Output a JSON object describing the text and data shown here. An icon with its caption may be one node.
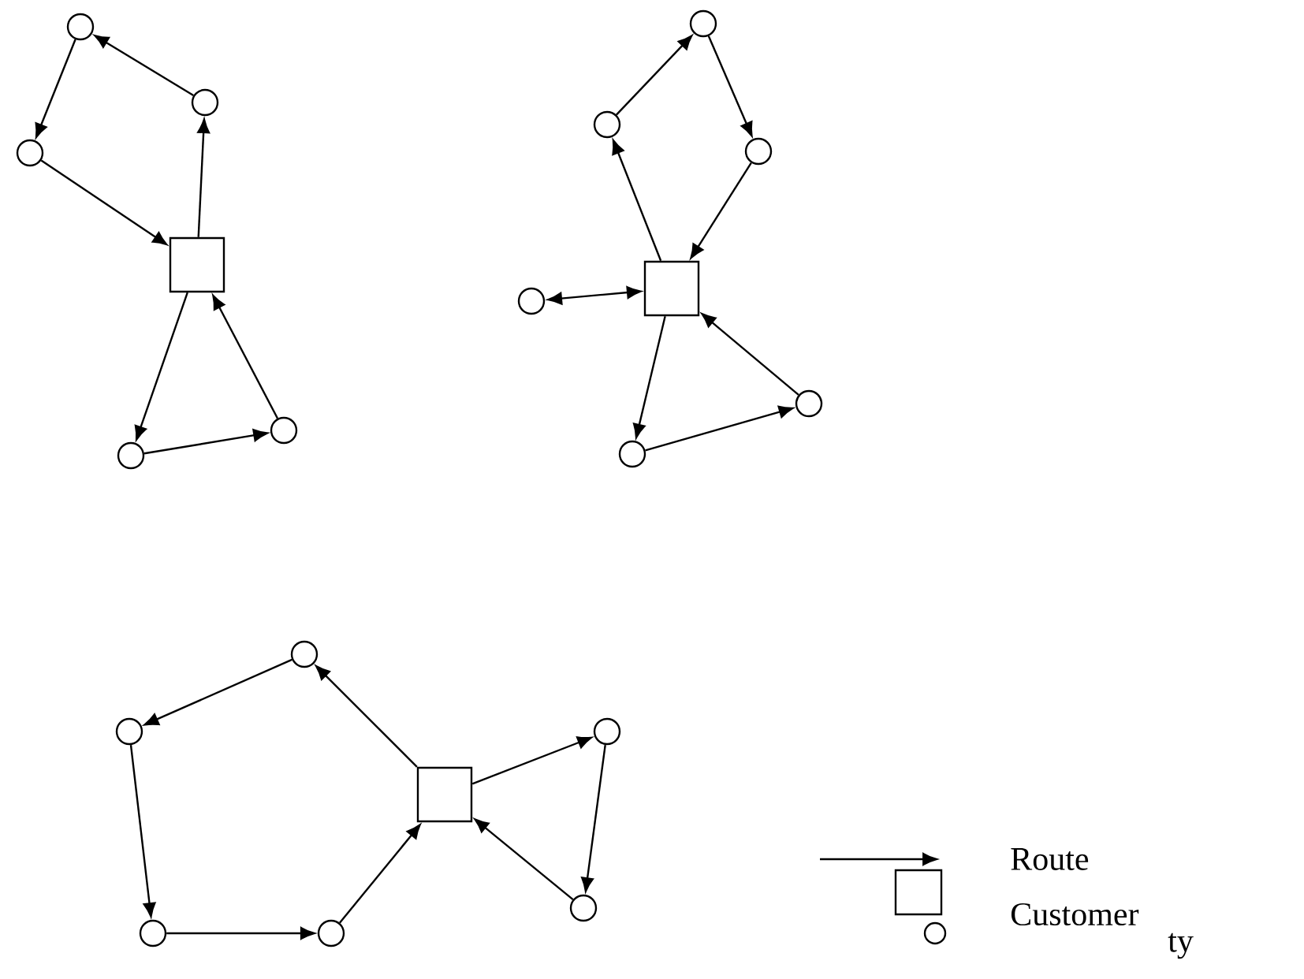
{
  "diagram": {
    "nodes": [
      {
        "text": [],
        "shape": "box"
      },
      {
        "text": [],
        "shape": "circle"
      },
      {
        "text": [],
        "shape": "circle"
      },
      {
        "text": [],
        "shape": "circle"
      },
      {
        "text": [],
        "shape": "circle"
      },
      {
        "text": [],
        "shape": "circle"
      },
      {
        "text": [],
        "shape": "box"
      },
      {
        "text": [],
        "shape": "circle"
      },
      {
        "text": [],
        "shape": "circle"
      },
      {
        "text": [],
        "shape": "circle"
      },
      {
        "text": [],
        "shape": "circle"
      },
      {
        "text": [],
        "shape": "circle"
      },
      {
        "text": [],
        "shape": "circle"
      },
      {
        "text": [],
        "shape": "box"
      },
      {
        "text": [],
        "shape": "circle"
      },
      {
        "text": [],
        "shape": "circle"
      },
      {
        "text": [],
        "shape": "circle"
      },
      {
        "text": [],
        "shape": "circle"
      },
      {
        "text": [],
        "shape": "circle"
      },
      {
        "text": [],
        "shape": "circle"
      }
    ],
    "edges": [
      {
        "from": 0,
        "to": 2,
        "arrow": "to"
      },
      {
        "from": 2,
        "to": 1,
        "arrow": "to"
      },
      {
        "from": 1,
        "to": 3,
        "arrow": "to"
      },
      {
        "from": 3,
        "to": 0,
        "arrow": "to"
      },
      {
        "from": 0,
        "to": 4,
        "arrow": "to"
      },
      {
        "from": 4,
        "to": 5,
        "arrow": "to"
      },
      {
        "from": 5,
        "to": 0,
        "arrow": "to"
      },
      {
        "from": 6,
        "to": 8,
        "arrow": "to"
      },
      {
        "from": 8,
        "to": 7,
        "arrow": "to"
      },
      {
        "from": 7,
        "to": 9,
        "arrow": "to"
      },
      {
        "from": 9,
        "to": 6,
        "arrow": "to"
      },
      {
        "from": 6,
        "to": 10,
        "arrow": "both"
      },
      {
        "from": 6,
        "to": 11,
        "arrow": "to"
      },
      {
        "from": 11,
        "to": 12,
        "arrow": "to"
      },
      {
        "from": 12,
        "to": 6,
        "arrow": "to"
      },
      {
        "from": 13,
        "to": 14,
        "arrow": "to"
      },
      {
        "from": 14,
        "to": 15,
        "arrow": "to"
      },
      {
        "from": 15,
        "to": 16,
        "arrow": "to"
      },
      {
        "from": 16,
        "to": 17,
        "arrow": "to"
      },
      {
        "from": 17,
        "to": 13,
        "arrow": "to"
      },
      {
        "from": 13,
        "to": 18,
        "arrow": "to"
      },
      {
        "from": 18,
        "to": 19,
        "arrow": "to"
      },
      {
        "from": 19,
        "to": 13,
        "arrow": "to"
      }
    ],
    "legend": [
      {
        "text": "Route"
      },
      {
        "text": "Customer"
      },
      {
        "text": "ty"
      }
    ]
  }
}
